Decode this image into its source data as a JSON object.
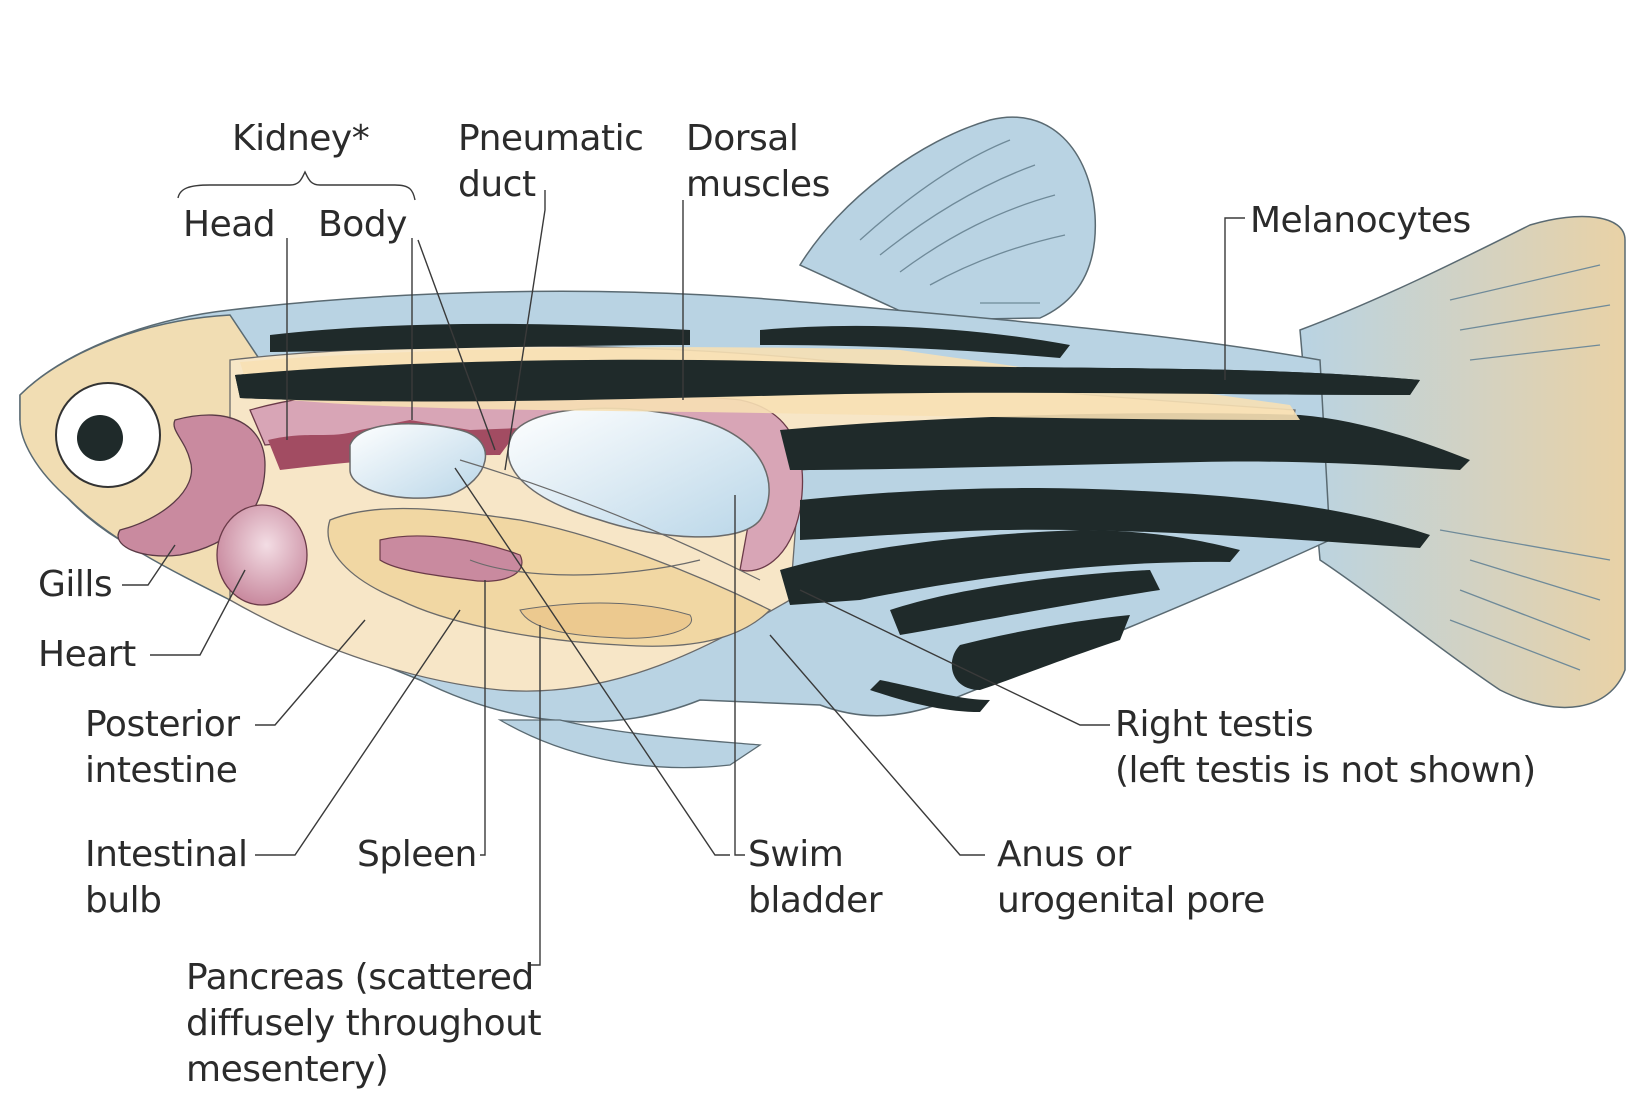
{
  "labels": {
    "kidney": "Kidney*",
    "kidney_head": "Head",
    "kidney_body": "Body",
    "pneumatic_duct": [
      "Pneumatic",
      "duct"
    ],
    "dorsal_muscles": [
      "Dorsal",
      "muscles"
    ],
    "melanocytes": "Melanocytes",
    "gills": "Gills",
    "heart": "Heart",
    "posterior_intestine": [
      "Posterior",
      "intestine"
    ],
    "intestinal_bulb": [
      "Intestinal",
      "bulb"
    ],
    "spleen": "Spleen",
    "pancreas": [
      "Pancreas (scattered",
      "diffusely throughout",
      "mesentery)"
    ],
    "swim_bladder": [
      "Swim",
      "bladder"
    ],
    "anus": [
      "Anus or",
      "urogenital pore"
    ],
    "right_testis": [
      "Right testis",
      "(left testis is not shown)"
    ]
  },
  "colors": {
    "fin_blue": "#b9d3e3",
    "body_cream": "#f5dfb8",
    "gill_pink": "#c98a9f",
    "stripe_black": "#1f2a2a",
    "leader_line": "#3a3a3a"
  }
}
